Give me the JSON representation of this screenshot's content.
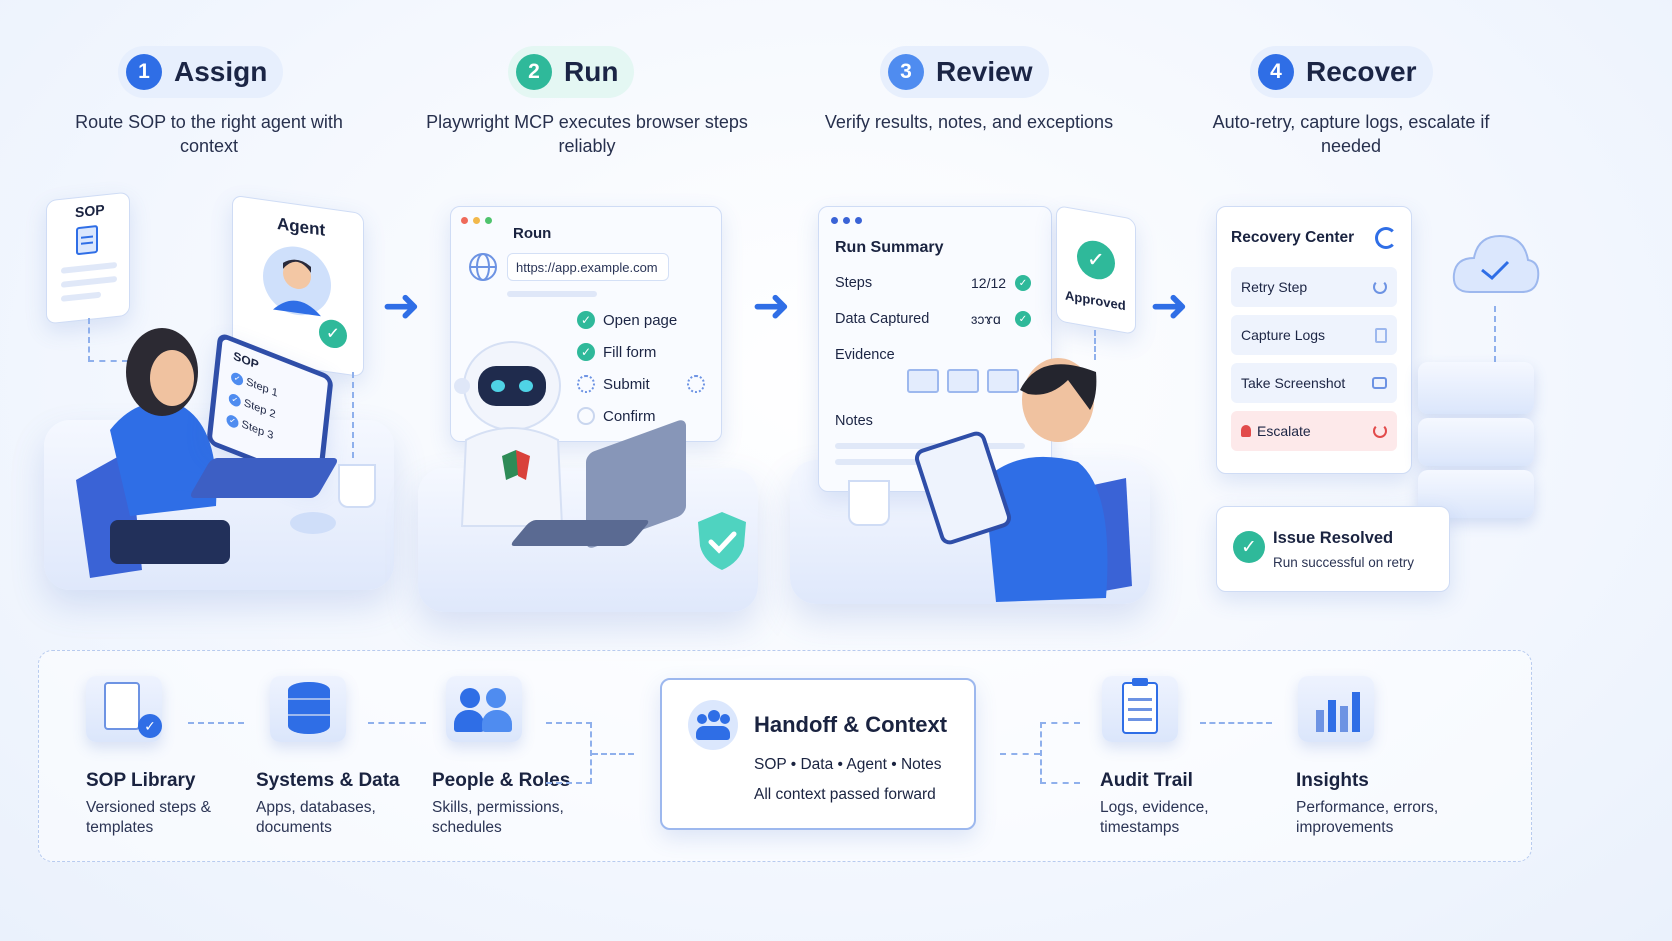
{
  "stages": [
    {
      "num": "1",
      "title": "Assign",
      "desc": "Route SOP to the right agent with context"
    },
    {
      "num": "2",
      "title": "Run",
      "desc": "Playwright MCP executes browser steps reliably"
    },
    {
      "num": "3",
      "title": "Review",
      "desc": "Verify results, notes, and exceptions"
    },
    {
      "num": "4",
      "title": "Recover",
      "desc": "Auto-retry, capture logs, escalate if needed"
    }
  ],
  "assign": {
    "sop_label": "SOP",
    "agent_label": "Agent",
    "laptop_title": "SOP",
    "laptop_steps": [
      "Step 1",
      "Step 2",
      "Step 3"
    ]
  },
  "run": {
    "window_title": "Roun",
    "url": "https://app.example.com",
    "steps": [
      "Open page",
      "Fill form",
      "Submit",
      "Confirm"
    ]
  },
  "review": {
    "title": "Run Summary",
    "rows": [
      {
        "label": "Steps",
        "value": "12/12"
      },
      {
        "label": "Data Captured",
        "value": "ɜɔɤɑ"
      },
      {
        "label": "Evidence",
        "value": ""
      },
      {
        "label": "Notes",
        "value": ""
      }
    ],
    "approved": "Approved"
  },
  "recover": {
    "title": "Recovery Center",
    "actions": [
      "Retry Step",
      "Capture Logs",
      "Take Screenshot",
      "Escalate"
    ],
    "resolved_title": "Issue Resolved",
    "resolved_sub": "Run successful on retry"
  },
  "bottom": {
    "items": [
      {
        "title": "SOP Library",
        "sub": "Versioned steps & templates"
      },
      {
        "title": "Systems & Data",
        "sub": "Apps, databases, documents"
      },
      {
        "title": "People & Roles",
        "sub": "Skills, permissions, schedules"
      },
      {
        "title": "Audit Trail",
        "sub": "Logs, evidence, timestamps"
      },
      {
        "title": "Insights",
        "sub": "Performance, errors, improvements"
      }
    ],
    "handoff_title": "Handoff & Context",
    "handoff_line1": "SOP • Data • Agent • Notes",
    "handoff_line2": "All context passed forward"
  },
  "colors": {
    "accent": "#2f6ee6",
    "green": "#2fb99a",
    "red": "#e24b4b"
  }
}
